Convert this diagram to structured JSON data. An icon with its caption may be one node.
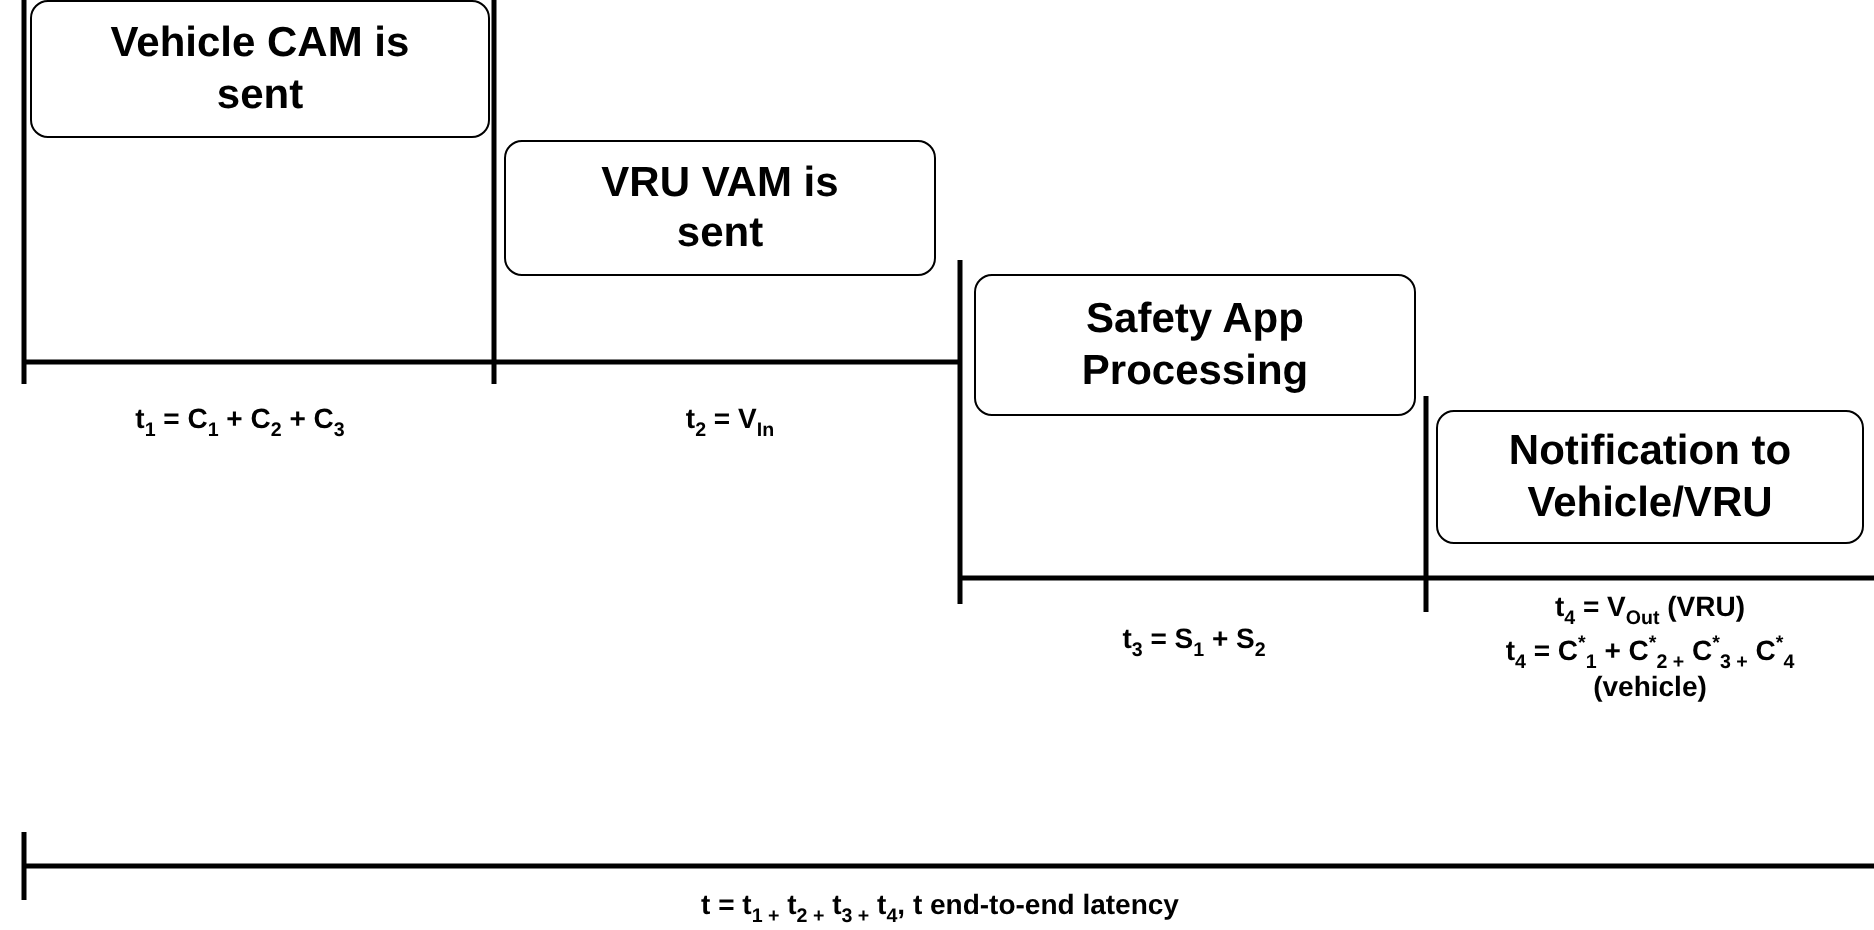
{
  "diagram": {
    "nodes": [
      {
        "text": [
          "Vehicle CAM is sent"
        ]
      },
      {
        "text": [
          "VRU VAM is sent"
        ]
      },
      {
        "text": [
          "Safety App Processing"
        ]
      },
      {
        "text": [
          "Notification to Vehicle/VRU"
        ]
      }
    ],
    "labels": [
      "t$_{1}$ = C$_{1}$ + C$_{2}$ + C$_{3}$",
      "t$_{2}$ = V$_{In}$",
      "t$_{3}$ = S$_{1}$ + S$_{2}$",
      "t$_{4}$ = V$_{Out}$ (VRU)",
      "t$_{4}$ = C$^{*}$$_{1}$ + C$^{*}$$_{2 +}$ C$^{*}$$_{3 +}$ C$^{*}$$_{4}$ (vehicle)",
      "t = t$_{1 +}$ t$_{2 +}$ t$_{3 +}$ t$_{4}$, t end-to-end latency"
    ]
  }
}
